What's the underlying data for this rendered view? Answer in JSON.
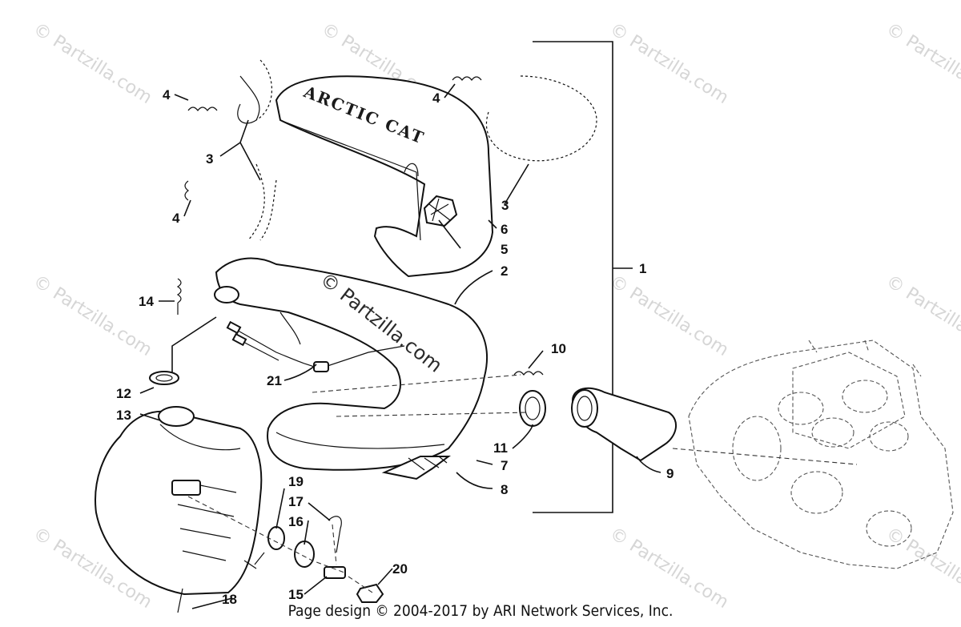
{
  "watermark": "© Partzilla.com",
  "center_watermark": "© Partzilla.com",
  "brand_lettering": "ARCTIC CAT",
  "footer": "Page design © 2004-2017 by ARI Network Services, Inc.",
  "callouts": {
    "c1": "1",
    "c2": "2",
    "c3a": "3",
    "c3b": "3",
    "c4a": "4",
    "c4b": "4",
    "c4c": "4",
    "c5": "5",
    "c6": "6",
    "c7": "7",
    "c8": "8",
    "c9": "9",
    "c10": "10",
    "c11": "11",
    "c12": "12",
    "c13": "13",
    "c14": "14",
    "c15": "15",
    "c16": "16",
    "c17": "17",
    "c18": "18",
    "c19": "19",
    "c20": "20",
    "c21": "21"
  }
}
